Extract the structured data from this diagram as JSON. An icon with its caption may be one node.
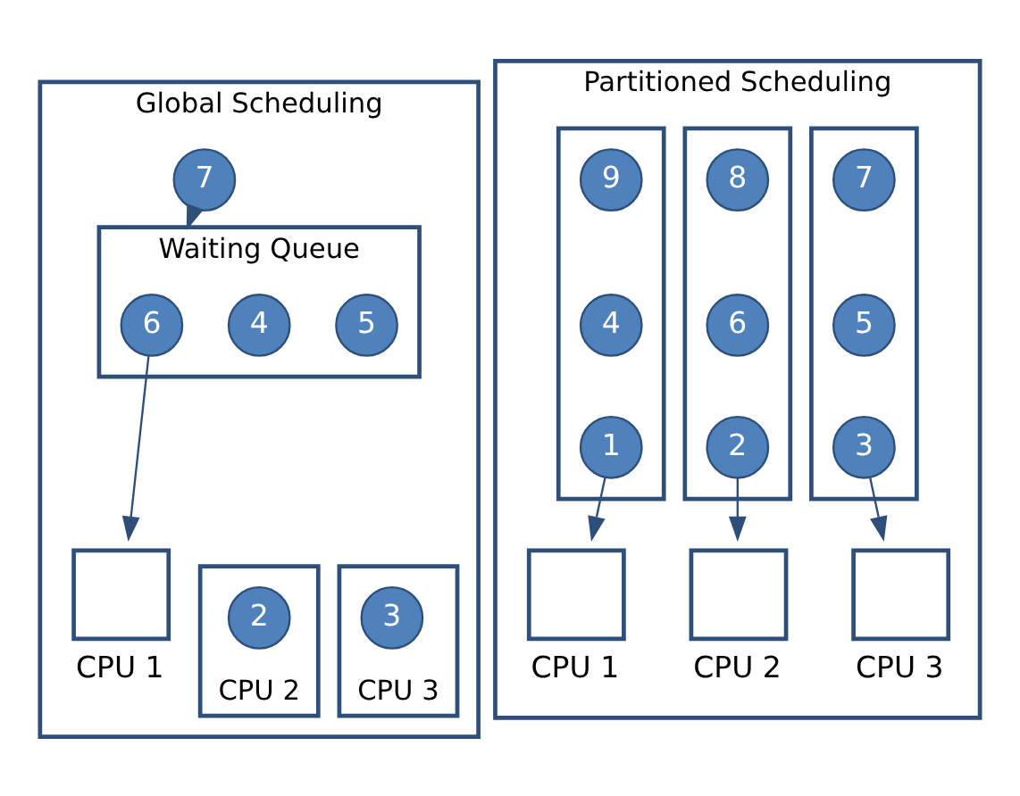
{
  "diagram": {
    "nodes": [
      {
        "text": [
          "Global Scheduling"
        ]
      },
      {
        "text": [
          "Waiting Queue"
        ],
        "in": 0
      },
      {
        "text": [
          "6"
        ],
        "in": 1
      },
      {
        "text": [
          "4"
        ],
        "in": 1
      },
      {
        "text": [
          "5"
        ],
        "in": 1
      },
      {
        "text": [
          "7"
        ],
        "in": 0
      },
      {
        "text": [],
        "shape": "box",
        "in": 0,
        "beside": [
          "CPU 1"
        ]
      },
      {
        "text": [],
        "shape": "box",
        "in": 0,
        "beside": [
          "CPU 2"
        ]
      },
      {
        "text": [
          "2"
        ],
        "in": 7
      },
      {
        "text": [],
        "shape": "box",
        "in": 0,
        "beside": [
          "CPU 3"
        ]
      },
      {
        "text": [
          "3"
        ],
        "in": 9
      },
      {
        "text": [
          "Partitioned Scheduling"
        ]
      },
      {
        "text": [],
        "shape": "box",
        "in": 11
      },
      {
        "text": [
          "9"
        ],
        "in": 12
      },
      {
        "text": [
          "4"
        ],
        "in": 12
      },
      {
        "text": [
          "1"
        ],
        "in": 12
      },
      {
        "text": [],
        "shape": "box",
        "in": 11
      },
      {
        "text": [
          "8"
        ],
        "in": 16
      },
      {
        "text": [
          "6"
        ],
        "in": 16
      },
      {
        "text": [
          "2"
        ],
        "in": 16
      },
      {
        "text": [],
        "shape": "box",
        "in": 11
      },
      {
        "text": [
          "7"
        ],
        "in": 20
      },
      {
        "text": [
          "5"
        ],
        "in": 20
      },
      {
        "text": [
          "3"
        ],
        "in": 20
      },
      {
        "text": [],
        "shape": "box",
        "in": 11,
        "beside": [
          "CPU 1"
        ]
      },
      {
        "text": [],
        "shape": "box",
        "in": 11,
        "beside": [
          "CPU 2"
        ]
      },
      {
        "text": [],
        "shape": "box",
        "in": 11,
        "beside": [
          "CPU 3"
        ]
      }
    ],
    "edges": [
      {
        "from": 5,
        "to": 1,
        "arrow": "to"
      },
      {
        "from": 2,
        "to": 6,
        "arrow": "to"
      },
      {
        "from": 15,
        "to": 24,
        "arrow": "to"
      },
      {
        "from": 19,
        "to": 25,
        "arrow": "to"
      },
      {
        "from": 23,
        "to": 26,
        "arrow": "to"
      }
    ]
  }
}
